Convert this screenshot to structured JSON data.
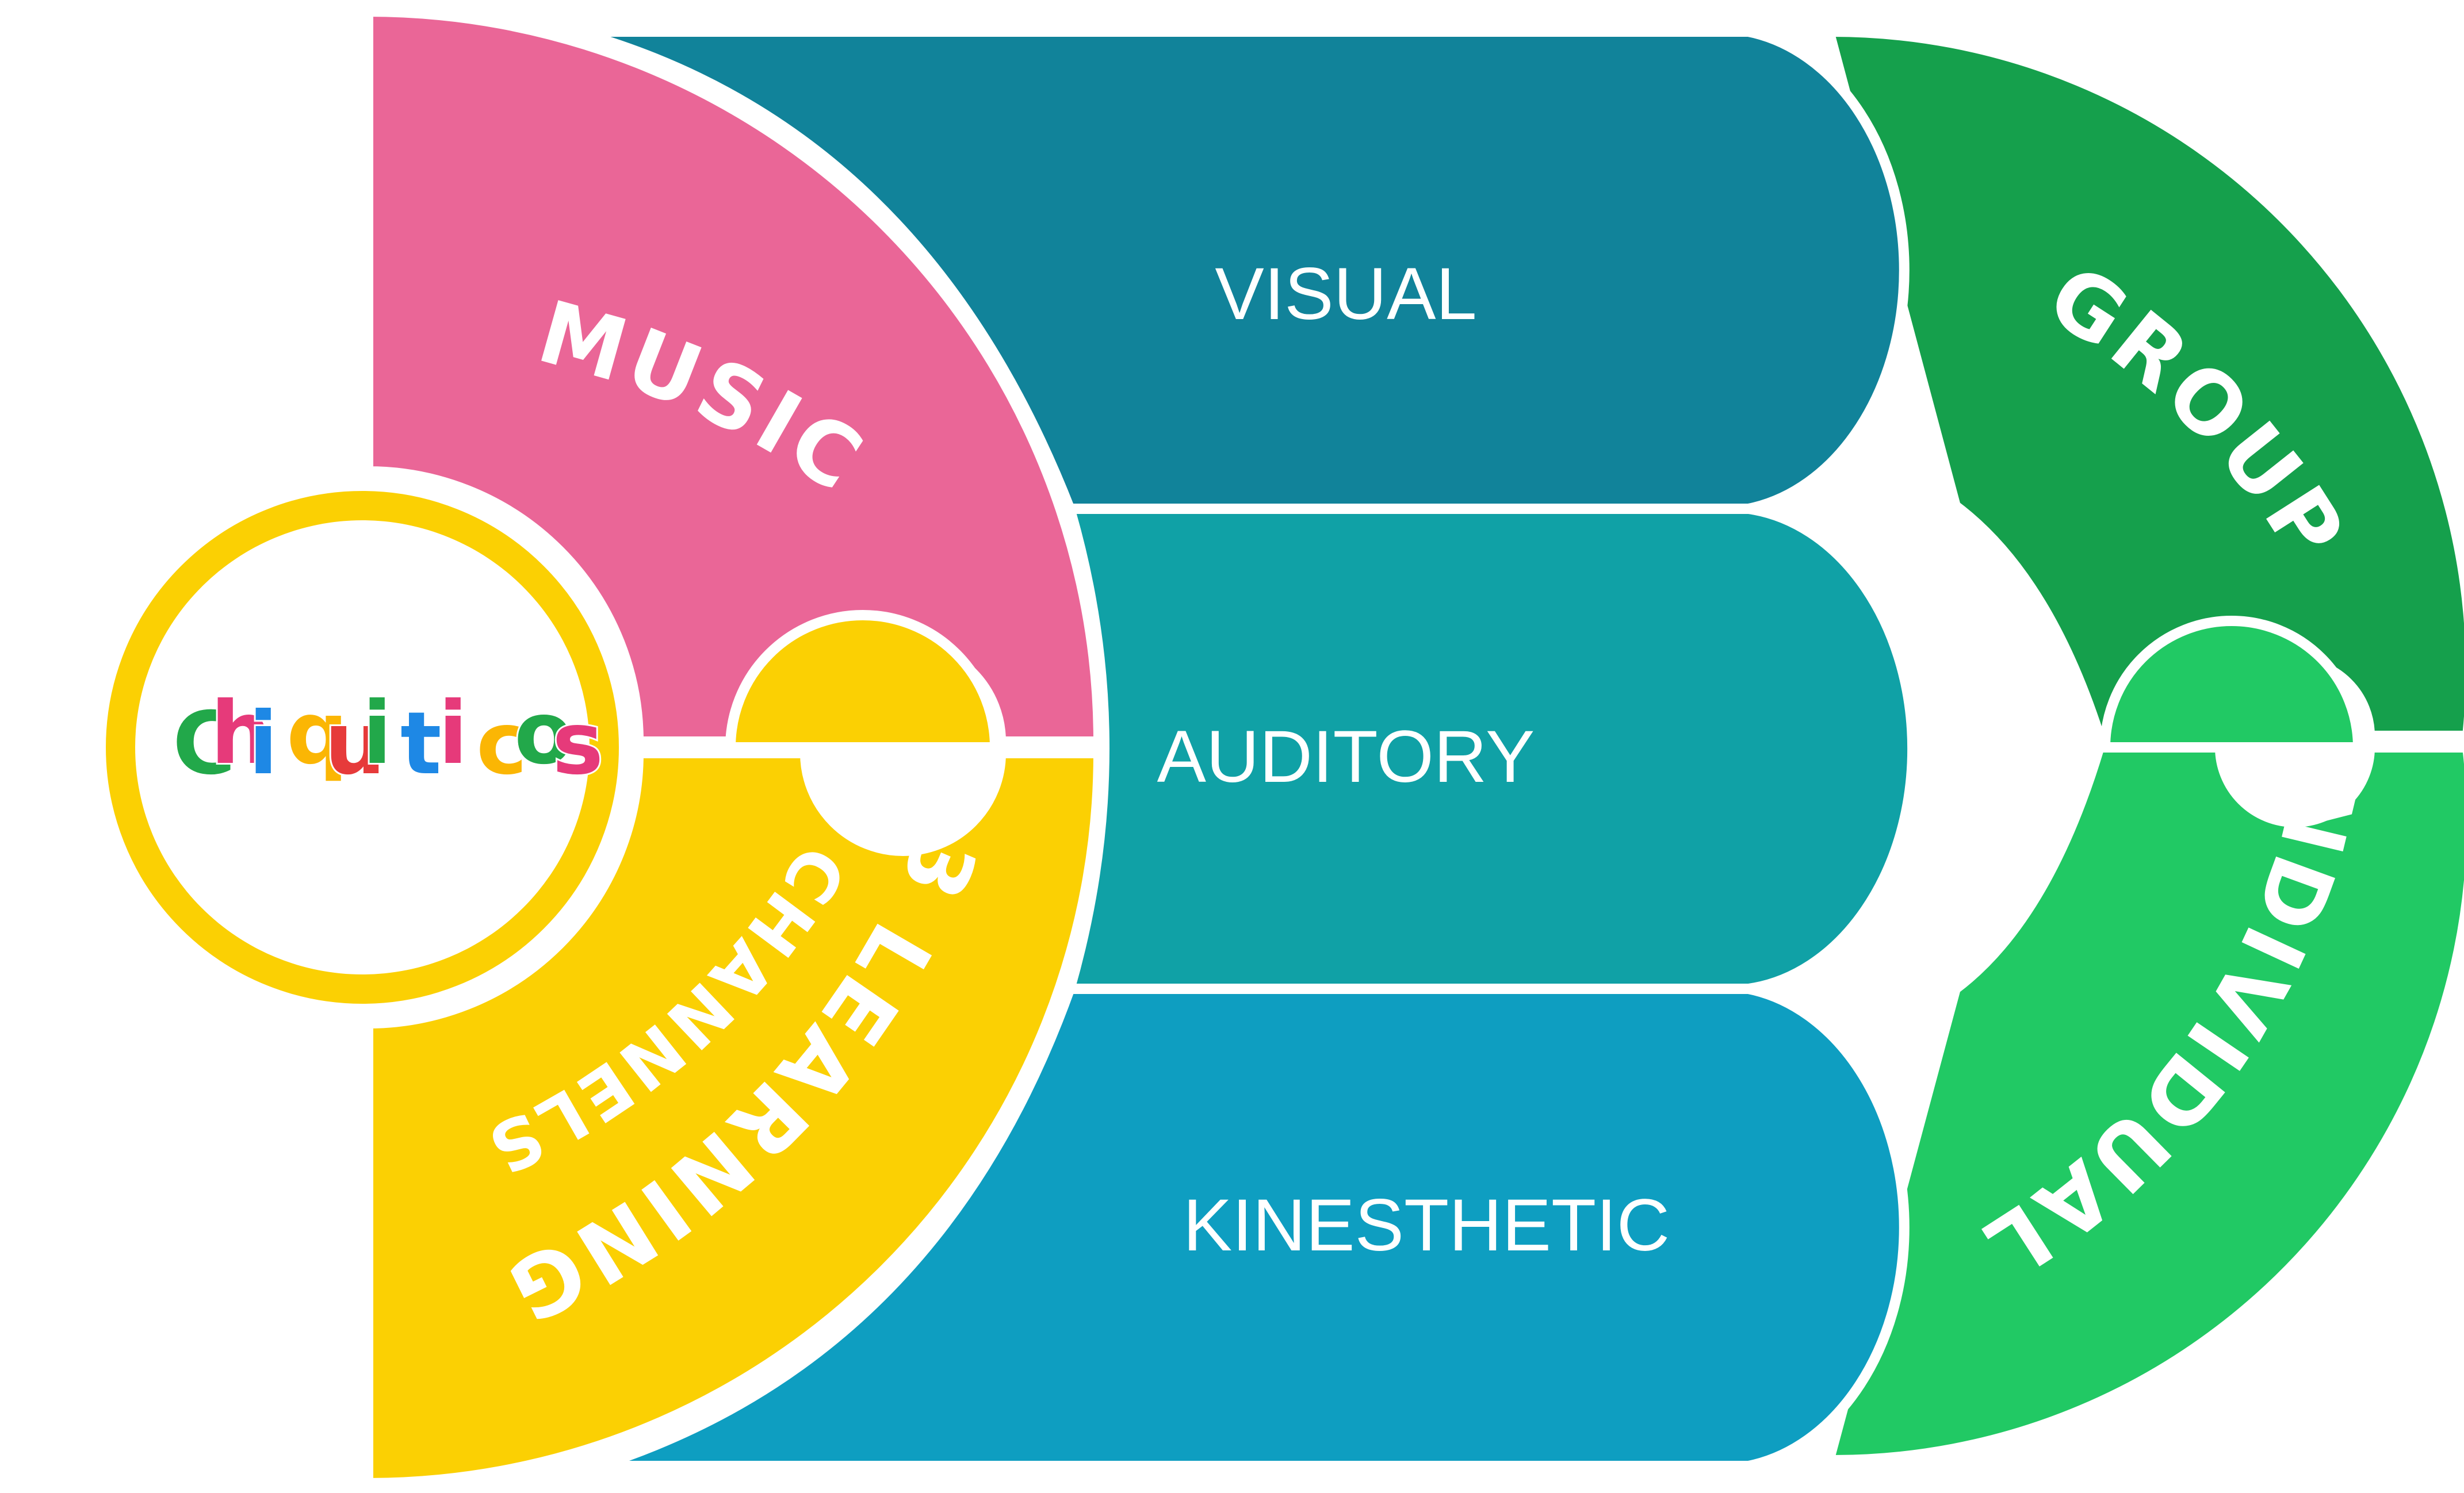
{
  "bands": [
    {
      "label": "VISUAL",
      "color": "#11839a"
    },
    {
      "label": "AUDITORY",
      "color": "#10a1a6"
    },
    {
      "label": "KINESTHETIC",
      "color": "#0e9ec1"
    }
  ],
  "left_arc": {
    "top_label": "MUSIC",
    "top_color": "#ea6697",
    "bottom_line1": "3 LEARNING",
    "bottom_line2": "CHANNELS",
    "bottom_color": "#fbd003"
  },
  "right_arc": {
    "top_label": "GROUP",
    "top_color": "#15a04c",
    "bottom_label": "INDIVIDUAL",
    "bottom_color": "#21c964"
  },
  "logo": {
    "text": "Chiquiticos",
    "ring_color": "#fbd003",
    "letter_colors": [
      "#22a84a",
      "#e63a7a",
      "#1e88e5",
      "#fbb604",
      "#e63a3a",
      "#22a84a",
      "#1e88e5",
      "#e63a7a",
      "#fbb604",
      "#22a84a",
      "#e63a7a"
    ]
  }
}
